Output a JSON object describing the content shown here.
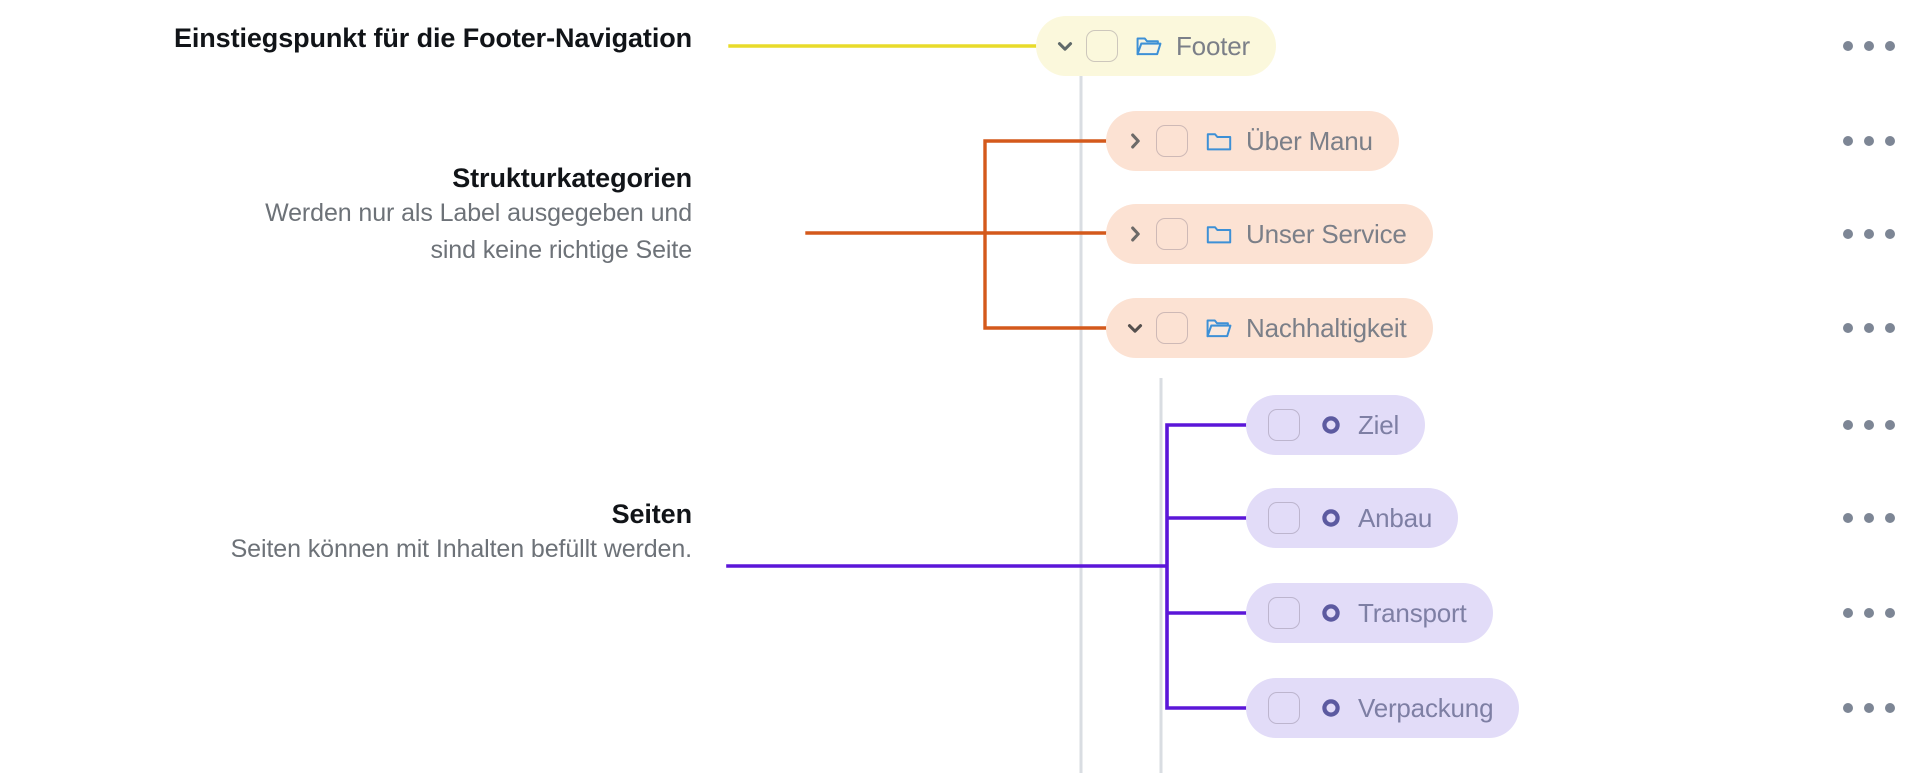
{
  "annotations": [
    {
      "id": "entry-point",
      "title": "Einstiegspunkt für die Footer-Navigation",
      "subtitle_lines": []
    },
    {
      "id": "structure-categories",
      "title": "Strukturkategorien",
      "subtitle_lines": [
        "Werden nur als Label ausgegeben und",
        "sind keine richtige Seite"
      ]
    },
    {
      "id": "pages",
      "title": "Seiten",
      "subtitle_lines": [
        "Seiten können mit Inhalten befüllt werden."
      ]
    }
  ],
  "tree": {
    "nodes": [
      {
        "id": "footer",
        "label": "Footer",
        "level": 0,
        "kind": "folder",
        "expanded": true,
        "chevron": "chevron-down-icon",
        "icon": "folder-open-icon",
        "color": "yellow",
        "checkbox_checked": false,
        "menu": "ellipsis-icon"
      },
      {
        "id": "ueber-manu",
        "label": "Über Manu",
        "level": 1,
        "kind": "folder",
        "expanded": false,
        "chevron": "chevron-right-icon",
        "icon": "folder-closed-icon",
        "color": "orange",
        "checkbox_checked": false,
        "menu": "ellipsis-icon"
      },
      {
        "id": "unser-service",
        "label": "Unser Service",
        "level": 1,
        "kind": "folder",
        "expanded": false,
        "chevron": "chevron-right-icon",
        "icon": "folder-closed-icon",
        "color": "orange",
        "checkbox_checked": false,
        "menu": "ellipsis-icon"
      },
      {
        "id": "nachhaltigkeit",
        "label": "Nachhaltigkeit",
        "level": 1,
        "kind": "folder",
        "expanded": true,
        "chevron": "chevron-down-icon",
        "icon": "folder-open-icon",
        "color": "orange",
        "checkbox_checked": false,
        "menu": "ellipsis-icon"
      },
      {
        "id": "ziel",
        "label": "Ziel",
        "level": 2,
        "kind": "page",
        "expanded": null,
        "chevron": null,
        "icon": "page-dot-icon",
        "color": "purple",
        "checkbox_checked": false,
        "menu": "ellipsis-icon"
      },
      {
        "id": "anbau",
        "label": "Anbau",
        "level": 2,
        "kind": "page",
        "expanded": null,
        "chevron": null,
        "icon": "page-dot-icon",
        "color": "purple",
        "checkbox_checked": false,
        "menu": "ellipsis-icon"
      },
      {
        "id": "transport",
        "label": "Transport",
        "level": 2,
        "kind": "page",
        "expanded": null,
        "chevron": null,
        "icon": "page-dot-icon",
        "color": "purple",
        "checkbox_checked": false,
        "menu": "ellipsis-icon"
      },
      {
        "id": "verpackung",
        "label": "Verpackung",
        "level": 2,
        "kind": "page",
        "expanded": null,
        "chevron": null,
        "icon": "page-dot-icon",
        "color": "purple",
        "checkbox_checked": false,
        "menu": "ellipsis-icon"
      }
    ]
  },
  "colors": {
    "pill_yellow": "#fbf8dc",
    "pill_orange": "#fce2d3",
    "pill_purple": "#e2dcf8",
    "wire_yellow": "#e8db2a",
    "wire_orange": "#d4591b",
    "wire_purple": "#5b16d8",
    "guide_gray": "#d9dde2",
    "folder_blue": "#3d90d6",
    "dot_purple": "#5c5aa0",
    "label_gray": "#7b7f88",
    "label_purple": "#7e7fa4",
    "heading_black": "#111418",
    "sub_gray": "#6d7278",
    "kebab_gray": "#7d8695"
  }
}
